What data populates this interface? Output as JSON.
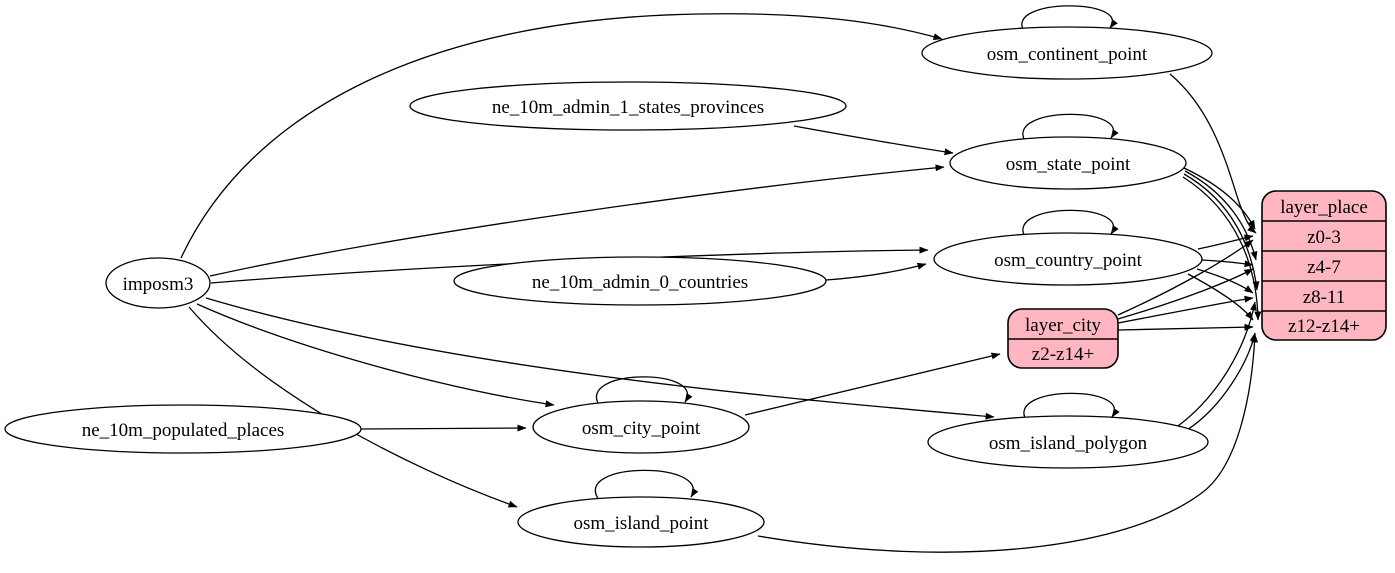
{
  "diagram": {
    "kind": "etl-dependency-graph",
    "colors": {
      "background": "#ffffff",
      "node_fill": "#ffffff",
      "record_fill": "#ffb6c1",
      "stroke": "#000000"
    }
  },
  "nodes": {
    "imposm3": {
      "label": "imposm3"
    },
    "ne_10m_admin_1_states_provinces": {
      "label": "ne_10m_admin_1_states_provinces"
    },
    "ne_10m_admin_0_countries": {
      "label": "ne_10m_admin_0_countries"
    },
    "ne_10m_populated_places": {
      "label": "ne_10m_populated_places"
    },
    "osm_continent_point": {
      "label": "osm_continent_point"
    },
    "osm_state_point": {
      "label": "osm_state_point"
    },
    "osm_country_point": {
      "label": "osm_country_point"
    },
    "osm_city_point": {
      "label": "osm_city_point"
    },
    "osm_island_polygon": {
      "label": "osm_island_polygon"
    },
    "osm_island_point": {
      "label": "osm_island_point"
    }
  },
  "records": {
    "layer_city": {
      "title": "layer_city",
      "rows": [
        "z2-z14+"
      ]
    },
    "layer_place": {
      "title": "layer_place",
      "rows": [
        "z0-3",
        "z4-7",
        "z8-11",
        "z12-z14+"
      ]
    }
  },
  "edges": [
    {
      "from": "imposm3",
      "to": "osm_continent_point"
    },
    {
      "from": "imposm3",
      "to": "osm_state_point"
    },
    {
      "from": "imposm3",
      "to": "osm_country_point"
    },
    {
      "from": "imposm3",
      "to": "osm_city_point"
    },
    {
      "from": "imposm3",
      "to": "osm_island_polygon"
    },
    {
      "from": "imposm3",
      "to": "osm_island_point"
    },
    {
      "from": "ne_10m_admin_1_states_provinces",
      "to": "osm_state_point"
    },
    {
      "from": "ne_10m_admin_0_countries",
      "to": "osm_country_point"
    },
    {
      "from": "ne_10m_populated_places",
      "to": "osm_city_point"
    },
    {
      "from": "osm_continent_point",
      "to": "osm_continent_point"
    },
    {
      "from": "osm_state_point",
      "to": "osm_state_point"
    },
    {
      "from": "osm_country_point",
      "to": "osm_country_point"
    },
    {
      "from": "osm_city_point",
      "to": "osm_city_point"
    },
    {
      "from": "osm_island_polygon",
      "to": "osm_island_polygon"
    },
    {
      "from": "osm_island_point",
      "to": "osm_island_point"
    },
    {
      "from": "osm_continent_point",
      "to": "layer_place:z0-3"
    },
    {
      "from": "osm_state_point",
      "to": "layer_place:z0-3"
    },
    {
      "from": "osm_state_point",
      "to": "layer_place:z4-7"
    },
    {
      "from": "osm_state_point",
      "to": "layer_place:z8-11"
    },
    {
      "from": "osm_state_point",
      "to": "layer_place:z12-z14+"
    },
    {
      "from": "osm_country_point",
      "to": "layer_place:z0-3"
    },
    {
      "from": "osm_country_point",
      "to": "layer_place:z4-7"
    },
    {
      "from": "osm_country_point",
      "to": "layer_place:z8-11"
    },
    {
      "from": "osm_country_point",
      "to": "layer_place:z12-z14+"
    },
    {
      "from": "osm_city_point",
      "to": "layer_city:z2-z14+"
    },
    {
      "from": "layer_city",
      "to": "layer_place:z0-3"
    },
    {
      "from": "layer_city",
      "to": "layer_place:z4-7"
    },
    {
      "from": "layer_city",
      "to": "layer_place:z8-11"
    },
    {
      "from": "layer_city",
      "to": "layer_place:z12-z14+"
    },
    {
      "from": "osm_island_polygon",
      "to": "layer_place:z8-11"
    },
    {
      "from": "osm_island_polygon",
      "to": "layer_place:z12-z14+"
    },
    {
      "from": "osm_island_point",
      "to": "layer_place:z12-z14+"
    }
  ]
}
